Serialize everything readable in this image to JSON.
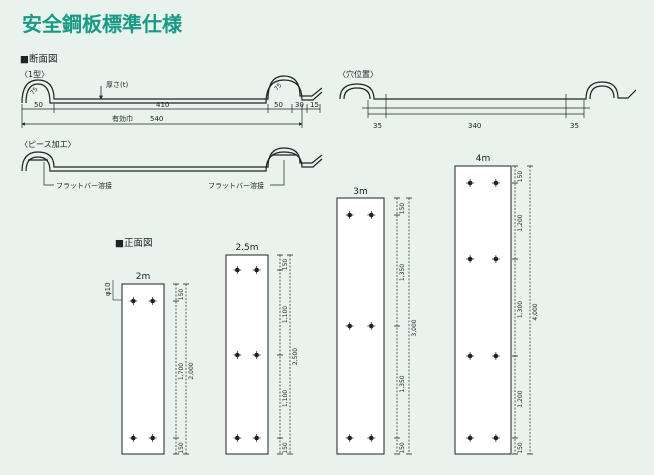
{
  "title": "安全鋼板標準仕様",
  "colors": {
    "title": "#1a9a86",
    "bg": "#e8f3ee",
    "line": "#222222",
    "panel": "#ffffff"
  },
  "section": {
    "cross": "■断面図",
    "front": "■正面図"
  },
  "cross_section": {
    "type1_label": "〈1型〉",
    "thickness_label": "厚さ(t)",
    "radius_left": "75",
    "radius_right": "75",
    "dims_top": [
      "50",
      "410",
      "50",
      "30",
      "15"
    ],
    "effective_label": "有効巾",
    "effective_value": "540"
  },
  "holes": {
    "label": "〈穴位置〉",
    "dims": [
      "35",
      "340",
      "35"
    ]
  },
  "piece": {
    "label": "〈ピース加工〉",
    "weld_left": "フラットバー溶接",
    "weld_right": "フラットバー溶接"
  },
  "front_views": {
    "hole_label": "φ10",
    "panels": [
      {
        "name": "2m",
        "dims": [
          "150",
          "1,700",
          "150"
        ],
        "total": "2,000"
      },
      {
        "name": "2.5m",
        "dims": [
          "150",
          "1,100",
          "1,100",
          "150"
        ],
        "total": "2,500"
      },
      {
        "name": "3m",
        "dims": [
          "150",
          "1,350",
          "1,350",
          "150"
        ],
        "total": "3,000"
      },
      {
        "name": "4m",
        "dims": [
          "150",
          "1,200",
          "1,300",
          "1,200",
          "150"
        ],
        "total": "4,000"
      }
    ]
  }
}
